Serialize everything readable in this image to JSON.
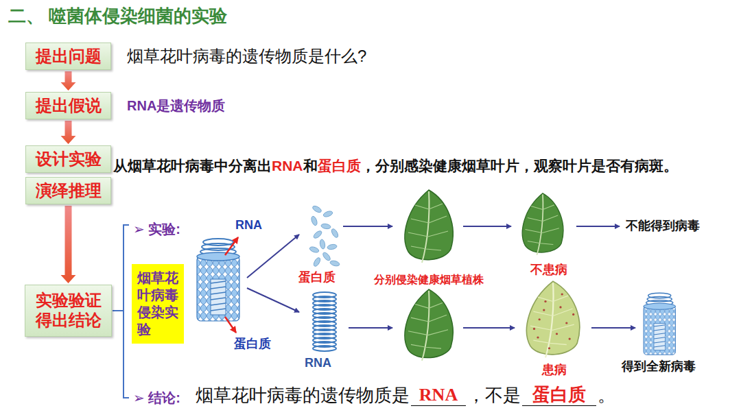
{
  "diagram": {
    "title": "二、 噬菌体侵染细菌的实验",
    "nodes": [
      {
        "text": [
          "提出问题"
        ]
      },
      {
        "text": [
          "提出假说"
        ]
      },
      {
        "text": [
          "设计实验"
        ]
      },
      {
        "text": [
          "演绎推理"
        ]
      },
      {
        "text": [
          "实验验证 得出结论"
        ]
      },
      {
        "text": [
          "烟草花叶病毒侵染实验"
        ]
      }
    ],
    "edges": [
      {
        "from": 0,
        "to": 1,
        "arrow": "to"
      },
      {
        "from": 1,
        "to": 2,
        "arrow": "to"
      },
      {
        "from": 3,
        "to": 4,
        "arrow": "to"
      }
    ],
    "labels": [
      "烟草花叶病毒的遗传物质是什么?",
      "RNA是遗传物质",
      "从烟草花叶病毒中分离出",
      "RNA",
      "和",
      "蛋白质",
      "，分别感染健康烟草叶片，观察叶片是否有病斑。",
      "➢ 实验:",
      "RNA",
      "蛋白质",
      "蛋白质",
      "RNA",
      "分别侵染健康烟草植株",
      "不患病",
      "不能得到病毒",
      "患病",
      "得到全新病毒",
      "➢ 结论:",
      "烟草花叶病毒的遗传物质是",
      "RNA",
      "，不是",
      "蛋白质",
      "。"
    ]
  }
}
